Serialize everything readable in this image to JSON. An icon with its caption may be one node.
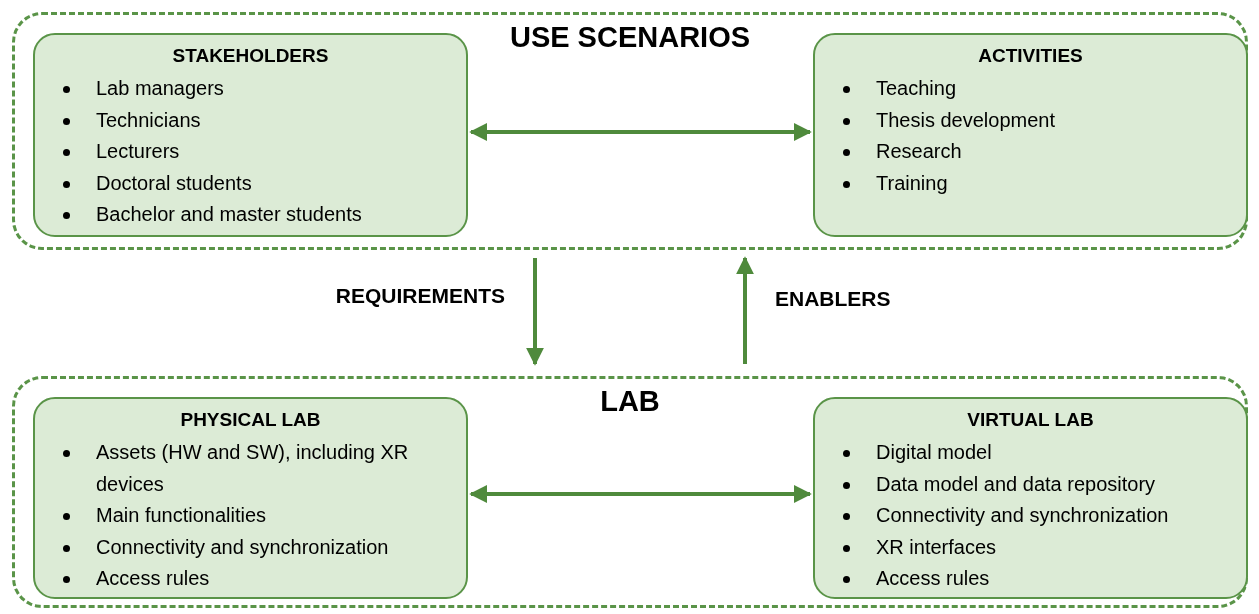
{
  "diagram": {
    "nodes": [
      {
        "text": [
          "USE SCENARIOS"
        ]
      },
      {
        "text": [
          "STAKEHOLDERS",
          "Lab managers",
          "Technicians",
          "Lecturers",
          "Doctoral students",
          "Bachelor and master students"
        ],
        "in": 0
      },
      {
        "text": [
          "ACTIVITIES",
          "Teaching",
          "Thesis development",
          "Research",
          "Training"
        ],
        "in": 0
      },
      {
        "text": [
          "LAB"
        ]
      },
      {
        "text": [
          "PHYSICAL LAB",
          "Assets (HW and SW), including XR devices",
          "Main functionalities",
          "Connectivity and synchronization",
          "Access rules"
        ],
        "in": 3
      },
      {
        "text": [
          "VIRTUAL LAB",
          "Digital model",
          "Data model and data repository",
          "Connectivity and synchronization",
          "XR interfaces",
          "Access rules"
        ],
        "in": 3
      }
    ],
    "edges": [
      {
        "from": 1,
        "to": 2,
        "arrow": "both"
      },
      {
        "from": 4,
        "to": 5,
        "arrow": "both"
      },
      {
        "from": 0,
        "to": 3,
        "arrow": "to",
        "label": "REQUIREMENTS"
      },
      {
        "from": 3,
        "to": 0,
        "arrow": "to",
        "label": "ENABLERS"
      }
    ]
  }
}
